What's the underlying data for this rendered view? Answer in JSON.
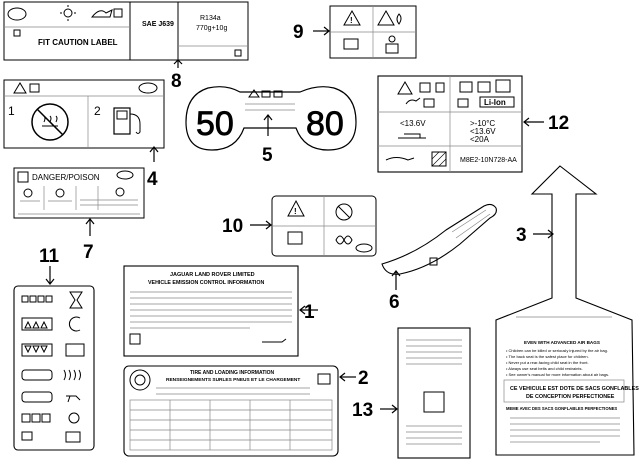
{
  "callouts": {
    "c1": "1",
    "c2": "2",
    "c3": "3",
    "c4": "4",
    "c5": "5",
    "c6": "6",
    "c7": "7",
    "c8": "8",
    "c9": "9",
    "c10": "10",
    "c11": "11",
    "c12": "12",
    "c13": "13"
  },
  "label8": {
    "sae": "SAE J639",
    "refrigerant": "R134a",
    "charge": "770g+10g",
    "caution": "FIT CAUTION LABEL"
  },
  "label12": {
    "battery": "Li-Ion",
    "v_low": "<13.6V",
    "temp": ">-10°C",
    "v_high": "<13.6V",
    "amps": "<20A",
    "part": "M8E2-10N728-AA"
  },
  "label7": {
    "danger": "DANGER/POISON"
  },
  "label4": {
    "n1": "1",
    "n2": "2"
  },
  "label5": {
    "s50": "50",
    "s80": "80"
  },
  "label1": {
    "title1": "JAGUAR LAND ROVER LIMITED",
    "title2": "VEHICLE EMISSION CONTROL INFORMATION"
  },
  "label2": {
    "title1": "TIRE AND LOADING INFORMATION",
    "title2": "RENSEIGNEMENTS SURLES PNEUS ET LE CHARGEMENT"
  },
  "label3": {
    "airbag_title": "EVEN WITH ADVANCED AIR BAGS",
    "l1": "• Children can be killed or seriously injured by the air bag.",
    "l2": "• The back seat is the safest place for children.",
    "l3": "• Never put a rear-facing child seat in the front.",
    "l4": "• Always use seat belts and child restraints.",
    "l5": "• See owner's manual for more information about air bags.",
    "fr1": "CE VEHICULE EST DOTE DE SACS GONFLABLES",
    "fr2": "DE CONCEPTION PERFECTIONEE",
    "fr3": "MEME AVEC DES SACS GONFLABLES PERFECTIONES"
  }
}
